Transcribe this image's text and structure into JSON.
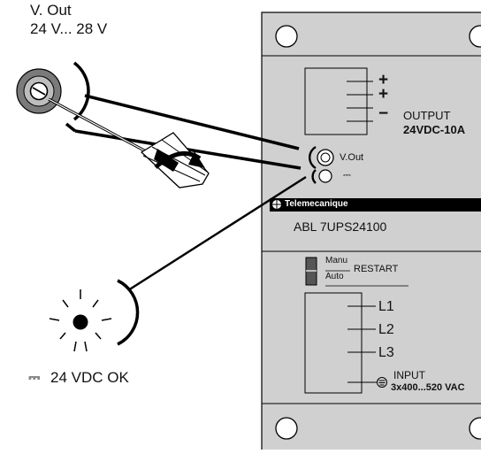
{
  "callout_vout": {
    "title": "V. Out",
    "range": "24 V... 28 V"
  },
  "callout_ok": {
    "dc_symbol": "⎓",
    "text": "24 VDC OK"
  },
  "module": {
    "output_plus_1": "+",
    "output_plus_2": "+",
    "output_minus": "−",
    "output_label": "OUTPUT",
    "output_rating": "24VDC-10A",
    "vout_label": "V.Out",
    "dc_symbol": "⎓",
    "brand": "Telemecanique",
    "model": "ABL 7UPS24100",
    "switch_manu": "Manu",
    "switch_auto": "Auto",
    "restart": "RESTART",
    "input_l1": "L1",
    "input_l2": "L2",
    "input_l3": "L3",
    "input_label": "INPUT",
    "input_rating": "3x400...520 VAC"
  },
  "colors": {
    "panel": "#d0d0d0",
    "outline": "#000000",
    "label_band": "#000000",
    "label_text": "#ffffff",
    "switch_dark": "#555555",
    "potentiometer_ring": "#7a7a7a"
  },
  "icons": [
    "potentiometer-icon",
    "screwdriver-icon",
    "rotate-arrow-icon",
    "led-icon",
    "ground-icon",
    "mounting-hole-icon"
  ]
}
